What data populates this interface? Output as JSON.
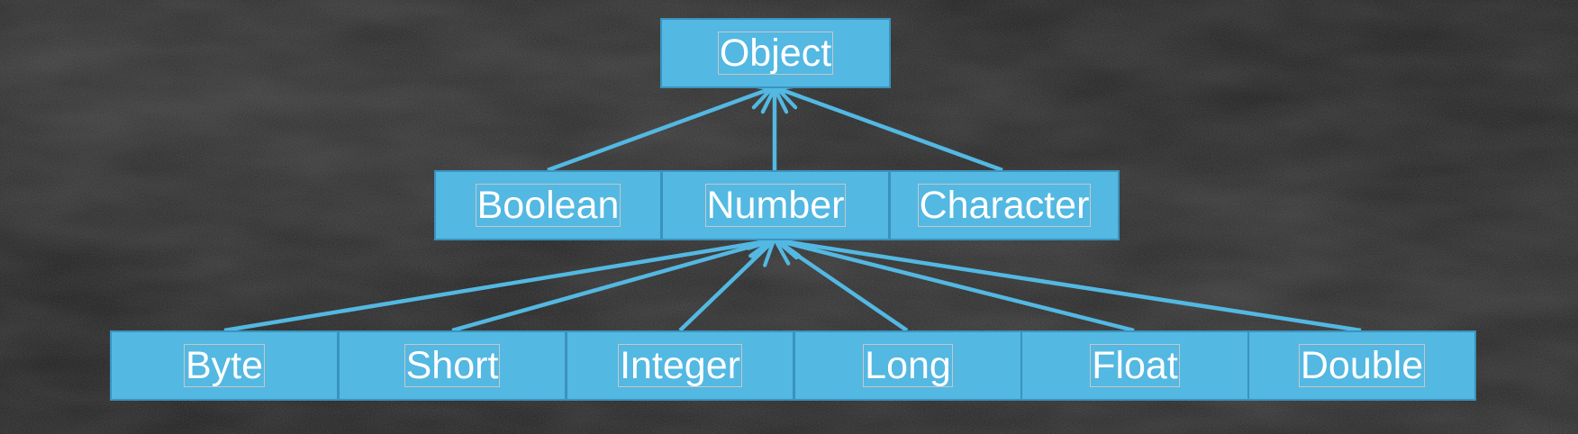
{
  "diagram": {
    "colors": {
      "node_fill": "#53b8e2",
      "node_border": "#3a93bf",
      "edge": "#53b8e2",
      "label_text": "#ffffff",
      "background": "#161616"
    },
    "nodes": {
      "object": "Object",
      "boolean": "Boolean",
      "number": "Number",
      "character": "Character",
      "byte": "Byte",
      "short": "Short",
      "integer": "Integer",
      "long": "Long",
      "float": "Float",
      "double": "Double"
    },
    "edges": [
      {
        "from": "boolean",
        "to": "object"
      },
      {
        "from": "number",
        "to": "object"
      },
      {
        "from": "character",
        "to": "object"
      },
      {
        "from": "byte",
        "to": "number"
      },
      {
        "from": "short",
        "to": "number"
      },
      {
        "from": "integer",
        "to": "number"
      },
      {
        "from": "long",
        "to": "number"
      },
      {
        "from": "float",
        "to": "number"
      },
      {
        "from": "double",
        "to": "number"
      }
    ]
  }
}
